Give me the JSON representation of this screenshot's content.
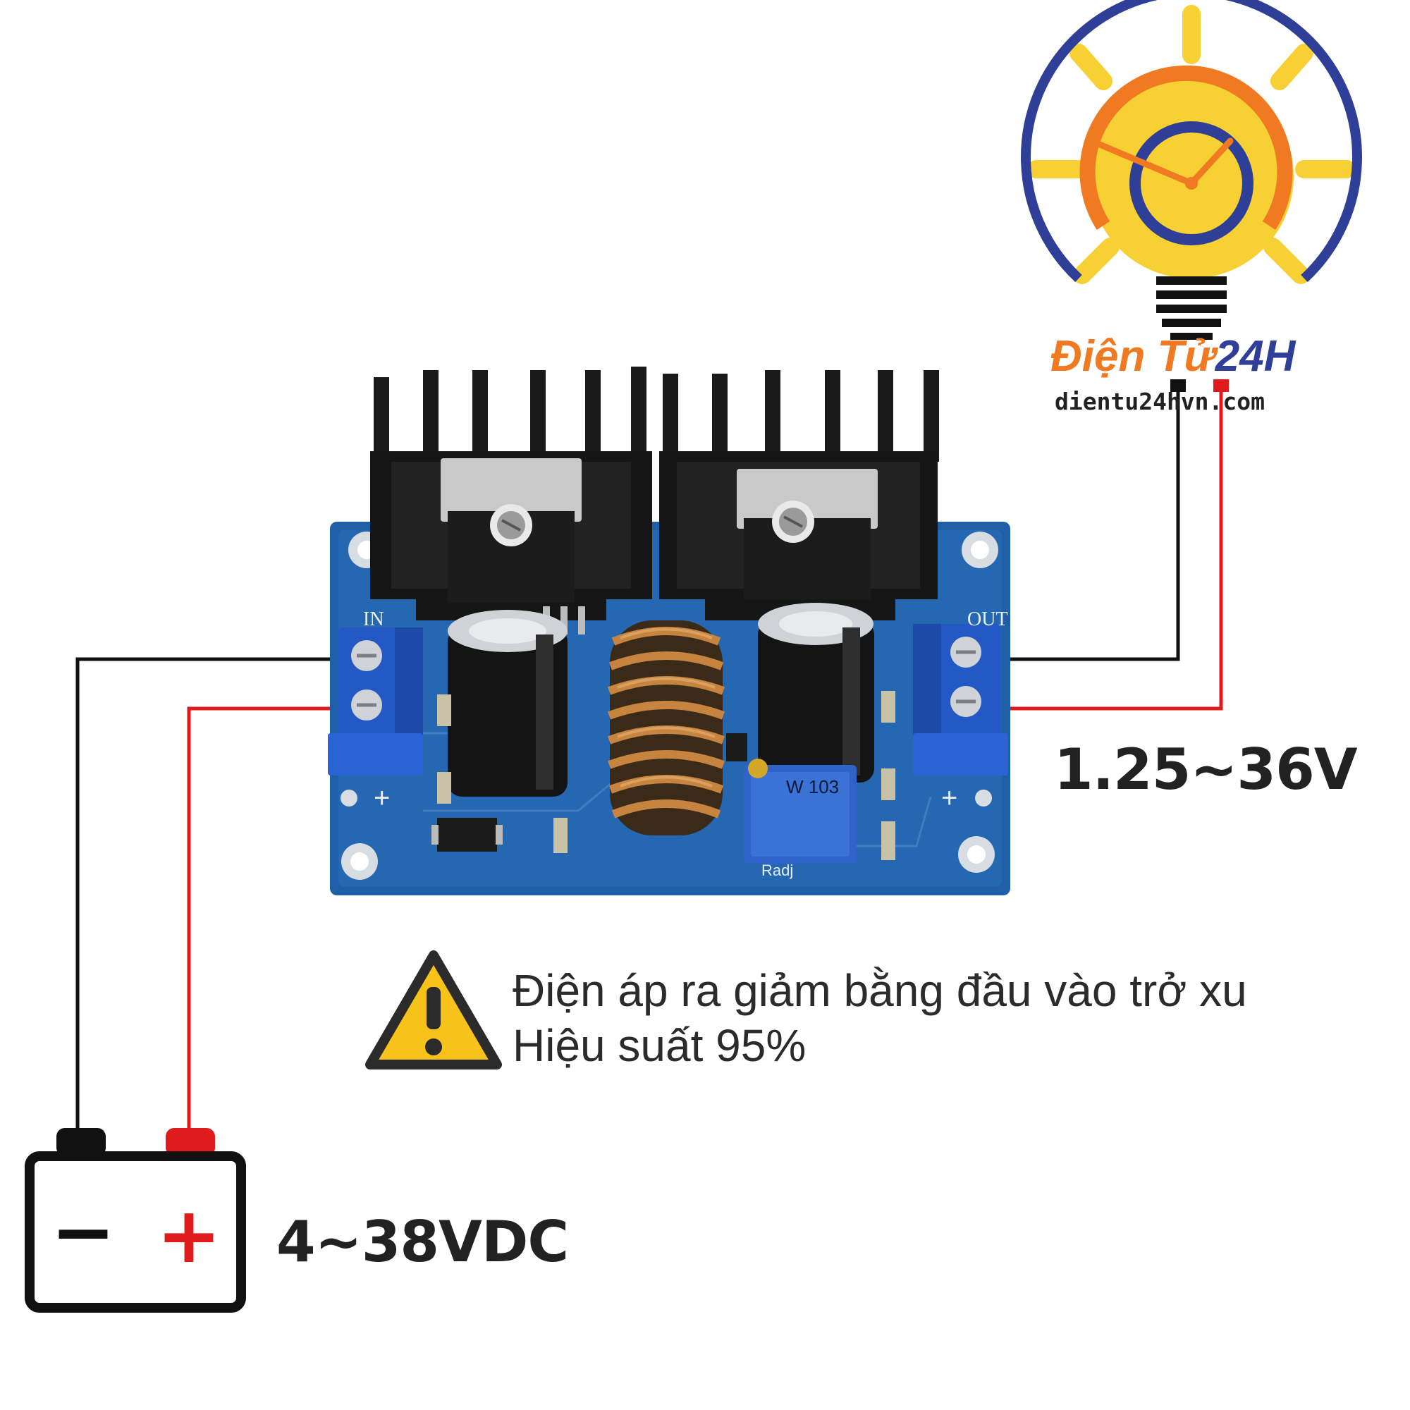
{
  "brand": {
    "name_part1": "Điện Tử",
    "name_part2": "24H",
    "url": "dientu24hvn.com",
    "colors": {
      "orange": "#f07a22",
      "navy": "#2f3e96",
      "yellow": "#f7d033"
    }
  },
  "module": {
    "input_marking": "IN",
    "output_marking": "OUT",
    "plus_marking": "+",
    "pot_marking": "W 103",
    "radj_marking": "Radj",
    "pcb_color": "#1f5fa8",
    "terminal_color": "#2458c4"
  },
  "labels": {
    "output_voltage": "1.25~36V",
    "input_voltage": "4~38VDC"
  },
  "warning": {
    "line1": "Điện áp ra giảm bằng đầu vào trở xu",
    "line2": "Hiệu suất 95%",
    "icon": "warning-triangle-icon"
  },
  "battery": {
    "minus_symbol": "−",
    "plus_symbol": "+",
    "icon": "battery-icon"
  },
  "wires": {
    "negative_color": "#111111",
    "positive_color": "#e01b1b"
  }
}
